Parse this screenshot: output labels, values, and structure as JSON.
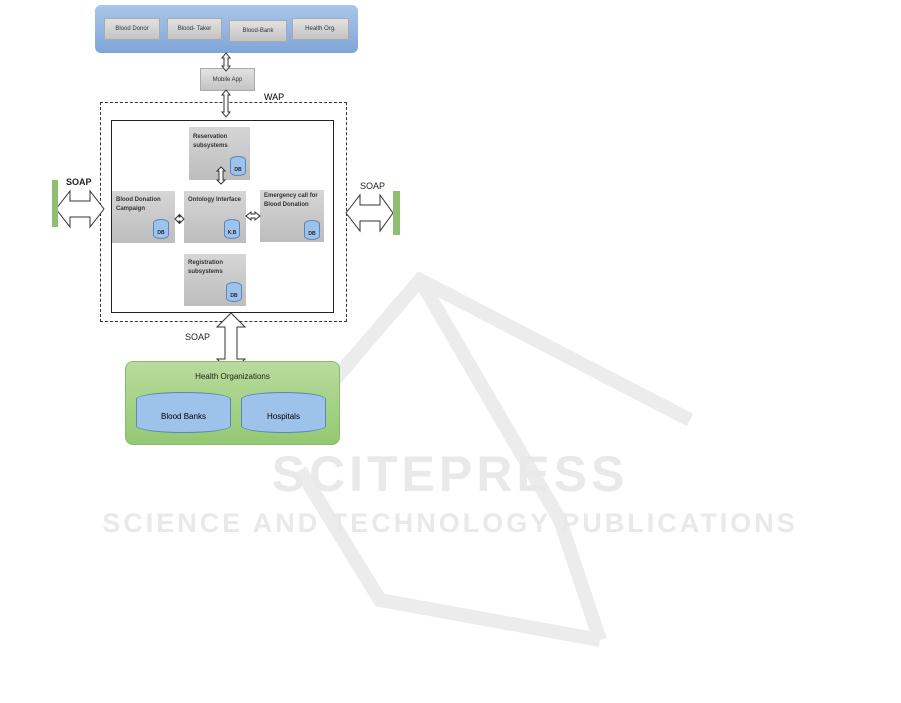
{
  "users": [
    "Blood Donor",
    "Blood- Taker",
    "Blood-Bank",
    "Health Org."
  ],
  "mobile_app": "Mobile App",
  "wap": "WAP",
  "reservation": {
    "label": "Reservation subsystems",
    "db": "DB"
  },
  "campaign": {
    "label": "Blood Donation Campaign",
    "db": "DB"
  },
  "ontology": {
    "label": "Ontology Interface",
    "db": "K.B"
  },
  "emergency": {
    "label": "Emergency call for Blood Donation",
    "db": "DB"
  },
  "registration": {
    "label": "Registration subsystems",
    "db": "DB"
  },
  "soap_left": "SOAP",
  "soap_right": "SOAP",
  "soap_bottom": "SOAP",
  "health_orgs": {
    "title": "Health Organizations",
    "items": [
      "Blood Banks",
      "Hospitals"
    ]
  },
  "watermark": {
    "title": "SCITEPRESS",
    "subtitle": "SCIENCE AND TECHNOLOGY PUBLICATIONS"
  }
}
